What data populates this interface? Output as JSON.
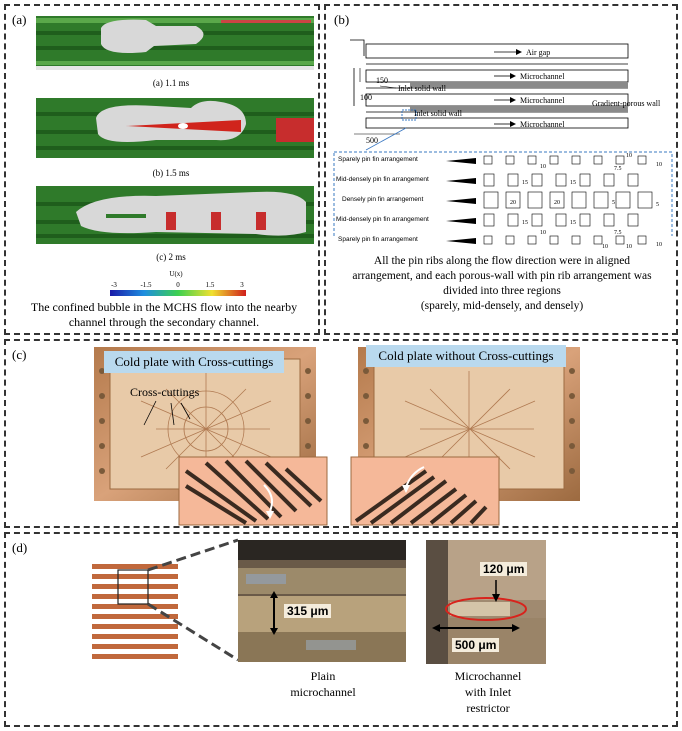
{
  "panels": {
    "a": {
      "label": "(a)",
      "time1": "(a) 1.1 ms",
      "time2": "(b) 1.5 ms",
      "time3": "(c) 2 ms",
      "colorbar_title": "U(x)",
      "colorbar_ticks": [
        "-3",
        "-1.5",
        "0",
        "1.5",
        "3"
      ],
      "caption_line1": "The confined bubble in the MCHS flow into the nearby",
      "caption_line2": "channel through the secondary channel."
    },
    "b": {
      "label": "(b)",
      "air_gap": "Air gap",
      "dim_150": "150",
      "dim_100": "100",
      "dim_500": "500",
      "inlet_wall_1": "Inlet solid wall",
      "inlet_wall_2": "Inlet solid wall",
      "microchannel_1": "Microchannel",
      "microchannel_2": "Microchannel",
      "microchannel_3": "Microchannel",
      "gradient_wall": "Gradient-porous wall",
      "rows": [
        "Sparely pin fin arrangement",
        "Mid-densely pin fin arrangement",
        "Densely pin fin arrangement",
        "Mid-densely pin fin arrangement",
        "Sparely pin fin arrangement"
      ],
      "detail_dims": {
        "d10a": "10",
        "d10b": "10",
        "d15a": "15",
        "d15b": "15",
        "d75a": "7.5",
        "d20a": "20",
        "d20b": "20",
        "d5": "5",
        "d15c": "15",
        "d15d": "15",
        "d10c": "10",
        "d75b": "7.5",
        "d10d": "10",
        "d10e": "10",
        "d10f": "10",
        "d5b": "5",
        "d10g": "10"
      },
      "caption_line1": "All the pin ribs along the flow direction were in aligned",
      "caption_line2": "arrangement, and each porous-wall with pin rib arrangement was",
      "caption_line3": "divided into three regions",
      "caption_line4": "(sparely, mid-densely, and densely)"
    },
    "c": {
      "label": "(c)",
      "title_with": "Cold plate with Cross-cuttings",
      "title_without": "Cold plate without Cross-cuttings",
      "cross_label": "Cross-cuttings"
    },
    "d": {
      "label": "(d)",
      "dim_315": "315 μm",
      "dim_120": "120 μm",
      "dim_500": "500 μm",
      "caption_plain_1": "Plain",
      "caption_plain_2": "microchannel",
      "caption_restrict_1": "Microchannel",
      "caption_restrict_2": "with Inlet",
      "caption_restrict_3": "restrictor"
    }
  },
  "colors": {
    "copper": "#c98a5c",
    "sim_green": "#2f7a2a",
    "bubble": "#d8d8d8",
    "title_box": "#b9d9ee",
    "detail_border": "#3a78c2",
    "restrictor_ring": "#d8231c"
  }
}
